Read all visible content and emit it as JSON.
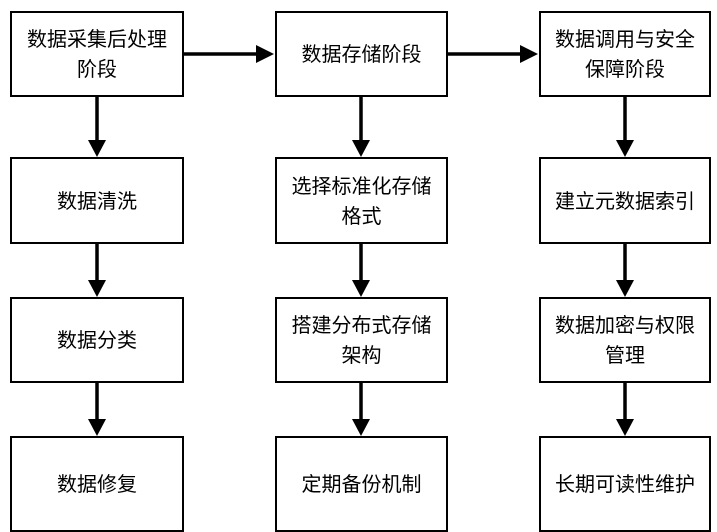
{
  "diagram": {
    "columns": [
      {
        "header": "数据采集后处理阶段",
        "steps": [
          "数据清洗",
          "数据分类",
          "数据修复"
        ]
      },
      {
        "header": "数据存储阶段",
        "steps": [
          "选择标准化存储格式",
          "搭建分布式存储架构",
          "定期备份机制"
        ]
      },
      {
        "header": "数据调用与安全保障阶段",
        "steps": [
          "建立元数据索引",
          "数据加密与权限管理",
          "长期可读性维护"
        ]
      }
    ]
  }
}
